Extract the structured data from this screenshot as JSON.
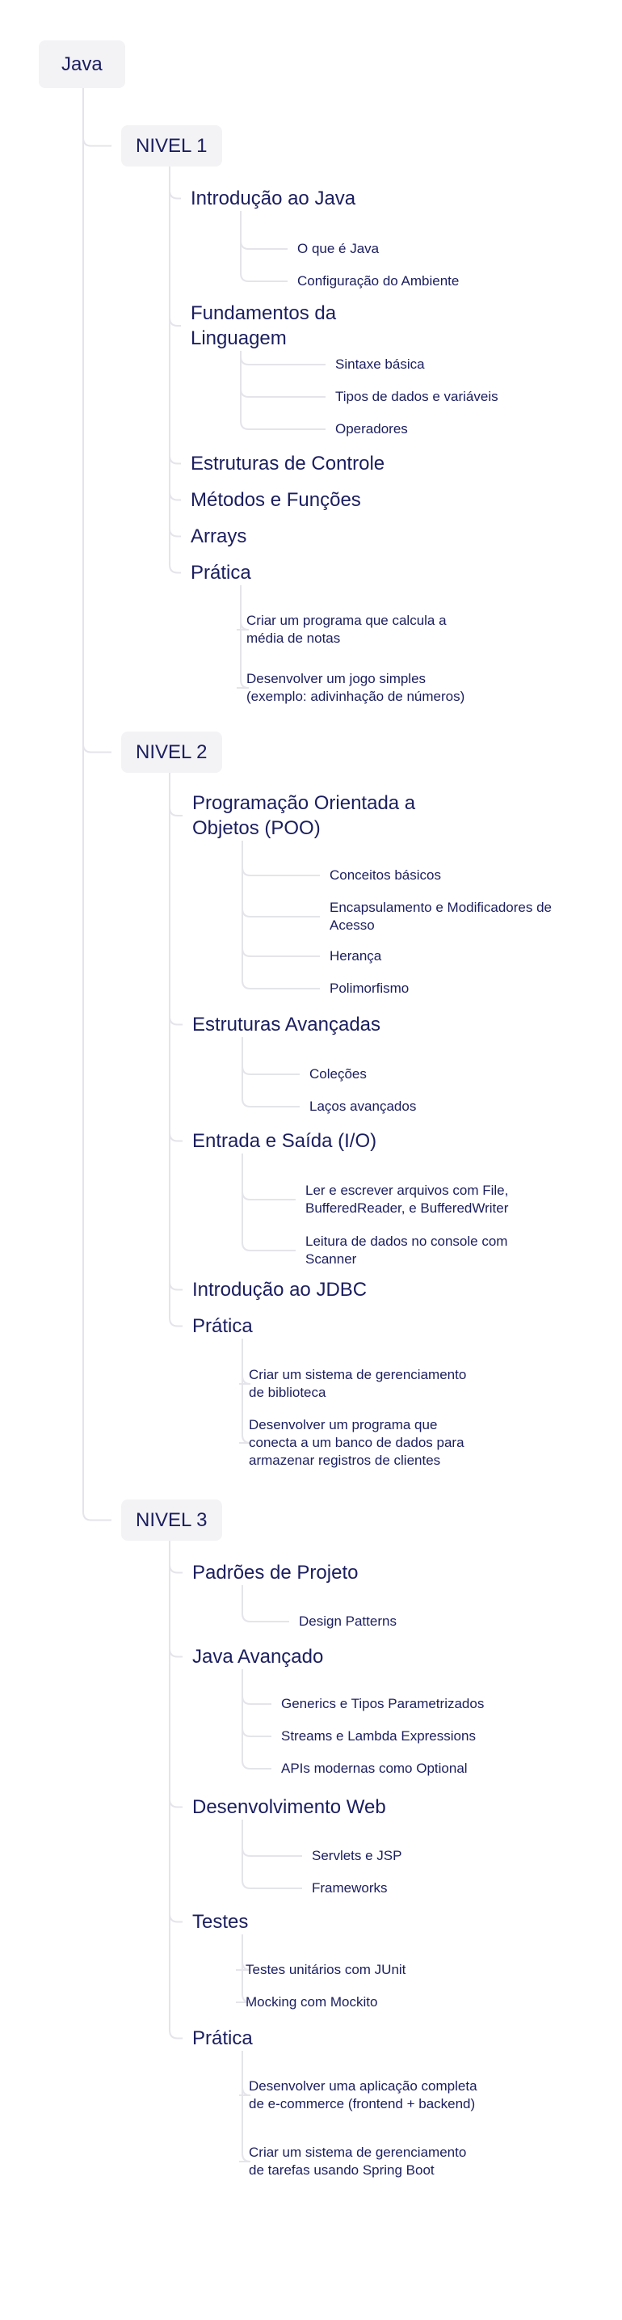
{
  "root": {
    "label": "Java"
  },
  "levels": [
    {
      "label": "NIVEL 1",
      "topics": [
        {
          "label": "Introdução ao Java",
          "items": [
            "O que é Java",
            "Configuração do Ambiente"
          ]
        },
        {
          "label": "Fundamentos da Linguagem",
          "items": [
            "Sintaxe básica",
            "Tipos de dados e variáveis",
            "Operadores"
          ]
        },
        {
          "label": "Estruturas de Controle",
          "items": []
        },
        {
          "label": "Métodos e Funções",
          "items": []
        },
        {
          "label": "Arrays",
          "items": []
        },
        {
          "label": "Prática",
          "items": [
            "Criar um programa que calcula a média de notas",
            "Desenvolver um jogo simples (exemplo: adivinhação de números)"
          ]
        }
      ]
    },
    {
      "label": "NIVEL 2",
      "topics": [
        {
          "label": "Programação Orientada a Objetos (POO)",
          "items": [
            "Conceitos básicos",
            "Encapsulamento e Modificadores de Acesso",
            "Herança",
            "Polimorfismo"
          ]
        },
        {
          "label": "Estruturas Avançadas",
          "items": [
            "Coleções",
            "Laços avançados"
          ]
        },
        {
          "label": "Entrada e Saída (I/O)",
          "items": [
            "Ler e escrever arquivos com File, BufferedReader, e BufferedWriter",
            "Leitura de dados no console com Scanner"
          ]
        },
        {
          "label": "Introdução ao JDBC",
          "items": []
        },
        {
          "label": "Prática",
          "items": [
            "Criar um sistema de gerenciamento de biblioteca",
            "Desenvolver um programa que conecta a um banco de dados para armazenar registros de clientes"
          ]
        }
      ]
    },
    {
      "label": "NIVEL 3",
      "topics": [
        {
          "label": "Padrões de Projeto",
          "items": [
            "Design Patterns"
          ]
        },
        {
          "label": "Java Avançado",
          "items": [
            "Generics e Tipos Parametrizados",
            "Streams e Lambda Expressions",
            "APIs modernas como Optional"
          ]
        },
        {
          "label": "Desenvolvimento Web",
          "items": [
            "Servlets e JSP",
            "Frameworks"
          ]
        },
        {
          "label": "Testes",
          "items": [
            "Testes unitários com JUnit",
            "Mocking com Mockito"
          ]
        },
        {
          "label": "Prática",
          "items": [
            "Desenvolver uma aplicação completa de e-commerce (frontend + backend)",
            "Criar um sistema de gerenciamento de tarefas usando Spring Boot"
          ]
        }
      ]
    }
  ]
}
